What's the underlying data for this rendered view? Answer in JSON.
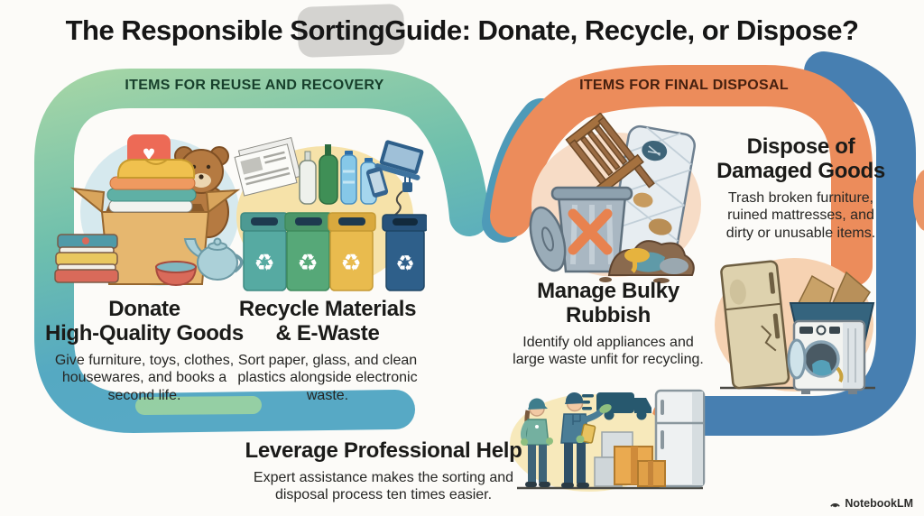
{
  "title": {
    "prefix": "The Responsible ",
    "highlight": "Sorting",
    "suffix": "Guide: Donate, Recycle, or Dispose?"
  },
  "sections": {
    "reuse": {
      "header": "ITEMS FOR REUSE AND RECOVERY",
      "items": [
        {
          "title": "Donate\nHigh-Quality Goods",
          "description": "Give furniture, toys, clothes,\nhousewares, and books a\nsecond life."
        },
        {
          "title": "Recycle Materials\n& E-Waste",
          "description": "Sort paper, glass, and clean\nplastics alongside electronic\nwaste."
        }
      ]
    },
    "disposal": {
      "header": "ITEMS FOR FINAL DISPOSAL",
      "items": [
        {
          "title": "Dispose of\nDamaged Goods",
          "description": "Trash broken furniture,\nruined mattresses, and\ndirty or unusable items."
        },
        {
          "title": "Manage Bulky\nRubbish",
          "description": "Identify old appliances and\nlarge waste unfit for recycling."
        }
      ]
    },
    "footer": {
      "title": "Leverage Professional Help",
      "description": "Expert assistance makes the sorting and\ndisposal process ten times easier."
    }
  },
  "watermark": {
    "label": "NotebookLM"
  },
  "palette": {
    "background": "#fcfbf8",
    "reuse_band_green": "#a2d4a6",
    "reuse_band_teal": "#57a9c5",
    "disposal_band_orange": "#ec8c5b",
    "disposal_band_blue": "#477fb1",
    "header_text_reuse": "#173f2b",
    "header_text_disposal": "#46200f",
    "title_text": "#161616"
  },
  "illustrations": [
    "donation-box-scene",
    "recycling-bins-scene",
    "trash-can-scene",
    "old-appliances-scene",
    "removal-workers-scene"
  ]
}
